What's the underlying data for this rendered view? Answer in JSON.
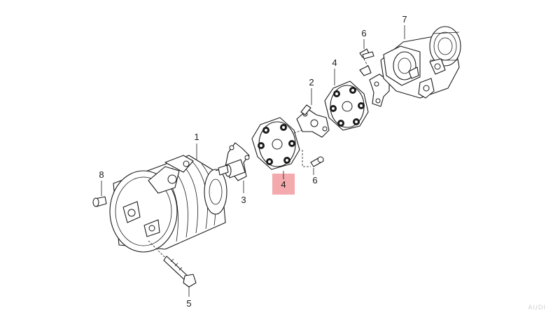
{
  "callouts": {
    "part_1": "1",
    "part_2": "2",
    "part_3": "3",
    "part_4_highlighted": "4",
    "part_4_upper": "4",
    "part_5": "5",
    "part_6_upper": "6",
    "part_6_lower": "6",
    "part_7": "7",
    "part_8": "8"
  },
  "highlight_color": "#f4a9ad",
  "watermark": "AUDI"
}
